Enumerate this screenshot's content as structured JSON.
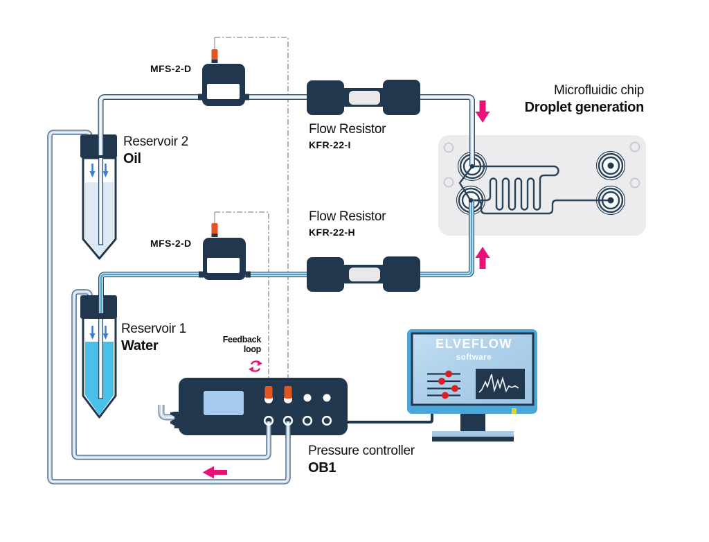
{
  "diagram": {
    "sensors": [
      {
        "model": "MFS-2-D"
      },
      {
        "model": "MFS-2-D"
      }
    ],
    "reservoirs": [
      {
        "title": "Reservoir 2",
        "fluid": "Oil"
      },
      {
        "title": "Reservoir 1",
        "fluid": "Water"
      }
    ],
    "resistors": [
      {
        "title": "Flow Resistor",
        "model": "KFR-22-I"
      },
      {
        "title": "Flow Resistor",
        "model": "KFR-22-H"
      }
    ],
    "chip": {
      "title": "Microfluidic chip",
      "subtitle": "Droplet generation"
    },
    "feedback": {
      "line1": "Feedback",
      "line2": "loop"
    },
    "controller": {
      "title": "Pressure controller",
      "model": "OB1"
    },
    "monitor": {
      "brand": "ELVEFLOW",
      "subtitle": "software"
    },
    "colors": {
      "navy": "#21374d",
      "pink": "#e91378",
      "orange": "#e6541f",
      "water_cyan": "#47c1e9",
      "oil_pale": "#dde9f4",
      "monitor_blue": "#4ba6d9",
      "slider_red": "#d62128",
      "dash_gray": "#9ca1a7"
    }
  }
}
